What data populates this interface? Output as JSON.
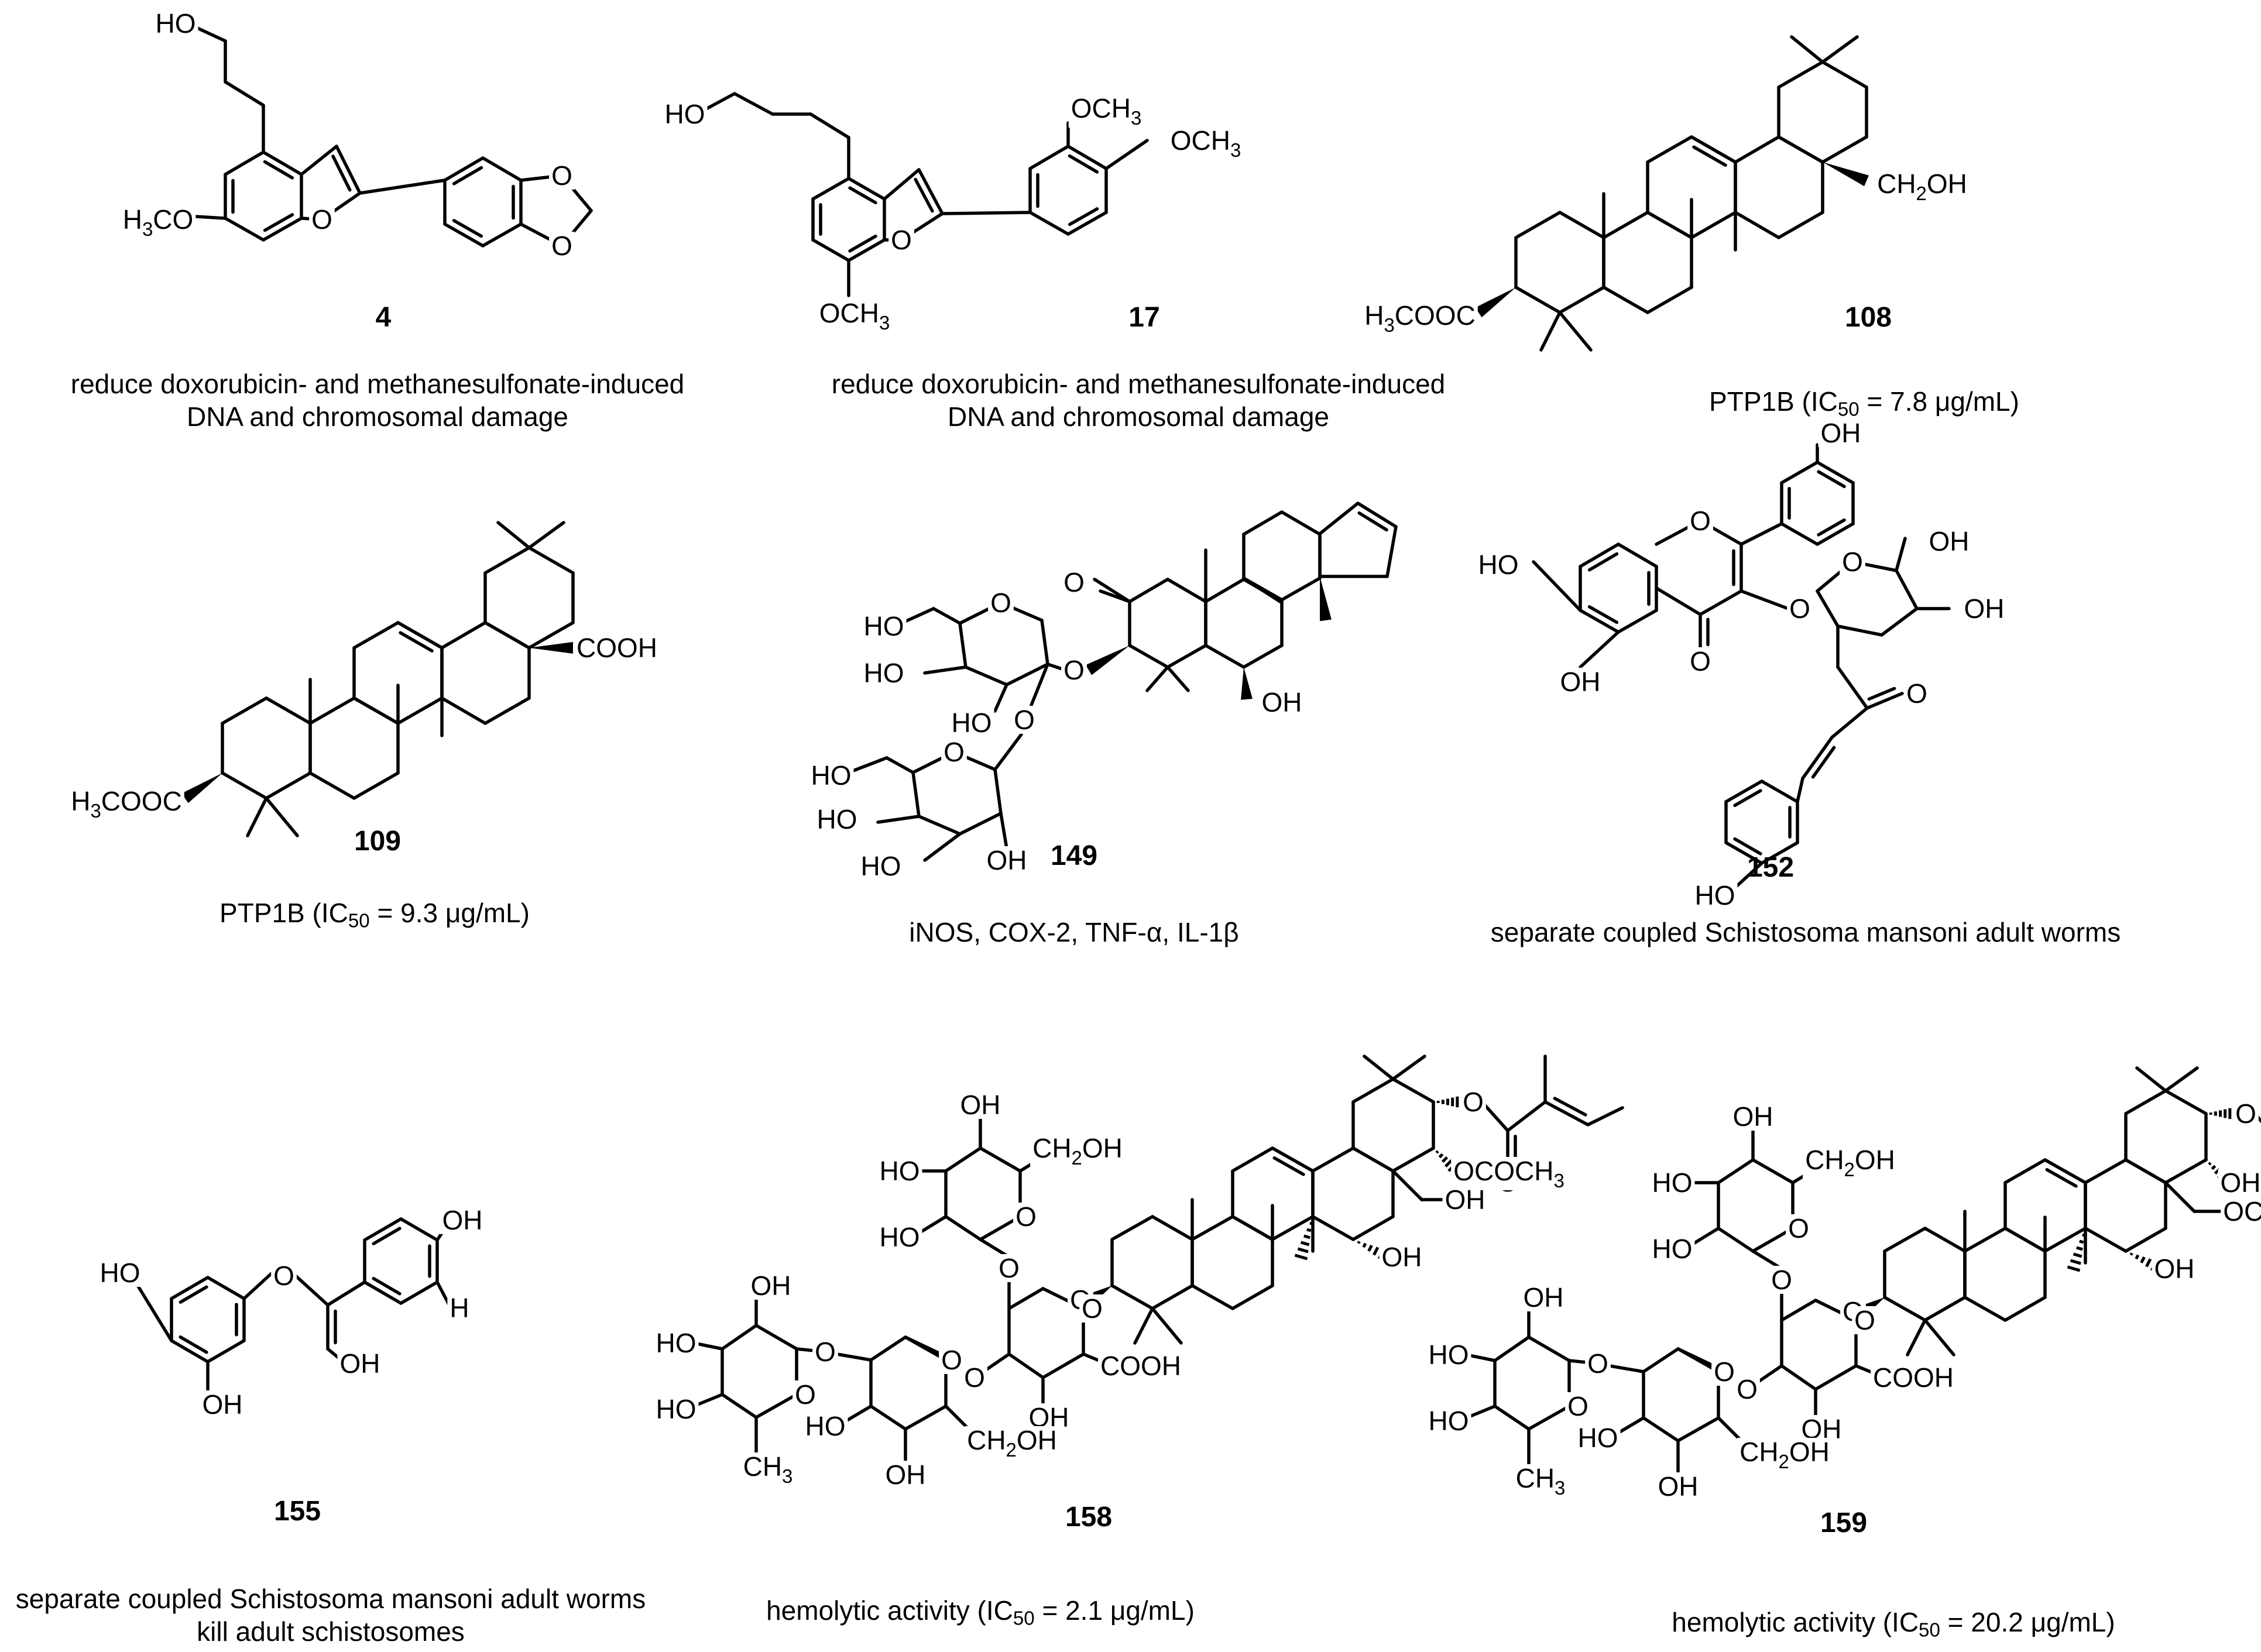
{
  "compounds": [
    {
      "id": "4",
      "lines": [
        "reduce doxorubicin- and methanesulfonate-induced",
        "DNA and chromosomal damage"
      ]
    },
    {
      "id": "17",
      "lines": [
        "reduce doxorubicin- and methanesulfonate-induced",
        "DNA and chromosomal damage"
      ]
    },
    {
      "id": "108",
      "lines": [],
      "activity": {
        "pre": "PTP1B (IC",
        "sub": "50",
        "post": " = 7.8 μg/mL)"
      }
    },
    {
      "id": "109",
      "lines": [],
      "activity": {
        "pre": "PTP1B (IC",
        "sub": "50",
        "post": " = 9.3 μg/mL)"
      }
    },
    {
      "id": "149",
      "lines": [
        "iNOS,  COX-2, TNF-α, IL-1β"
      ]
    },
    {
      "id": "152",
      "lines": [
        "separate coupled Schistosoma mansoni adult worms"
      ]
    },
    {
      "id": "155",
      "lines": [
        "separate coupled Schistosoma mansoni adult worms",
        "kill adult schistosomes"
      ]
    },
    {
      "id": "158",
      "lines": [],
      "activity": {
        "pre": "hemolytic activity (IC",
        "sub": "50",
        "post": " = 2.1 μg/mL)"
      }
    },
    {
      "id": "159",
      "lines": [],
      "activity": {
        "pre": "hemolytic activity (IC",
        "sub": "50",
        "post": " = 20.2 μg/mL)"
      }
    }
  ],
  "labels": {
    "ho": "HO",
    "oh": "OH",
    "o": "O",
    "h": "H",
    "h3co": "H3CO",
    "och3": "OCH3",
    "h3cooc": "H3COOC",
    "ch2oh": "CH2OH",
    "cooh": "COOH",
    "ch3": "CH3",
    "ococh3": "OCOCH3"
  }
}
